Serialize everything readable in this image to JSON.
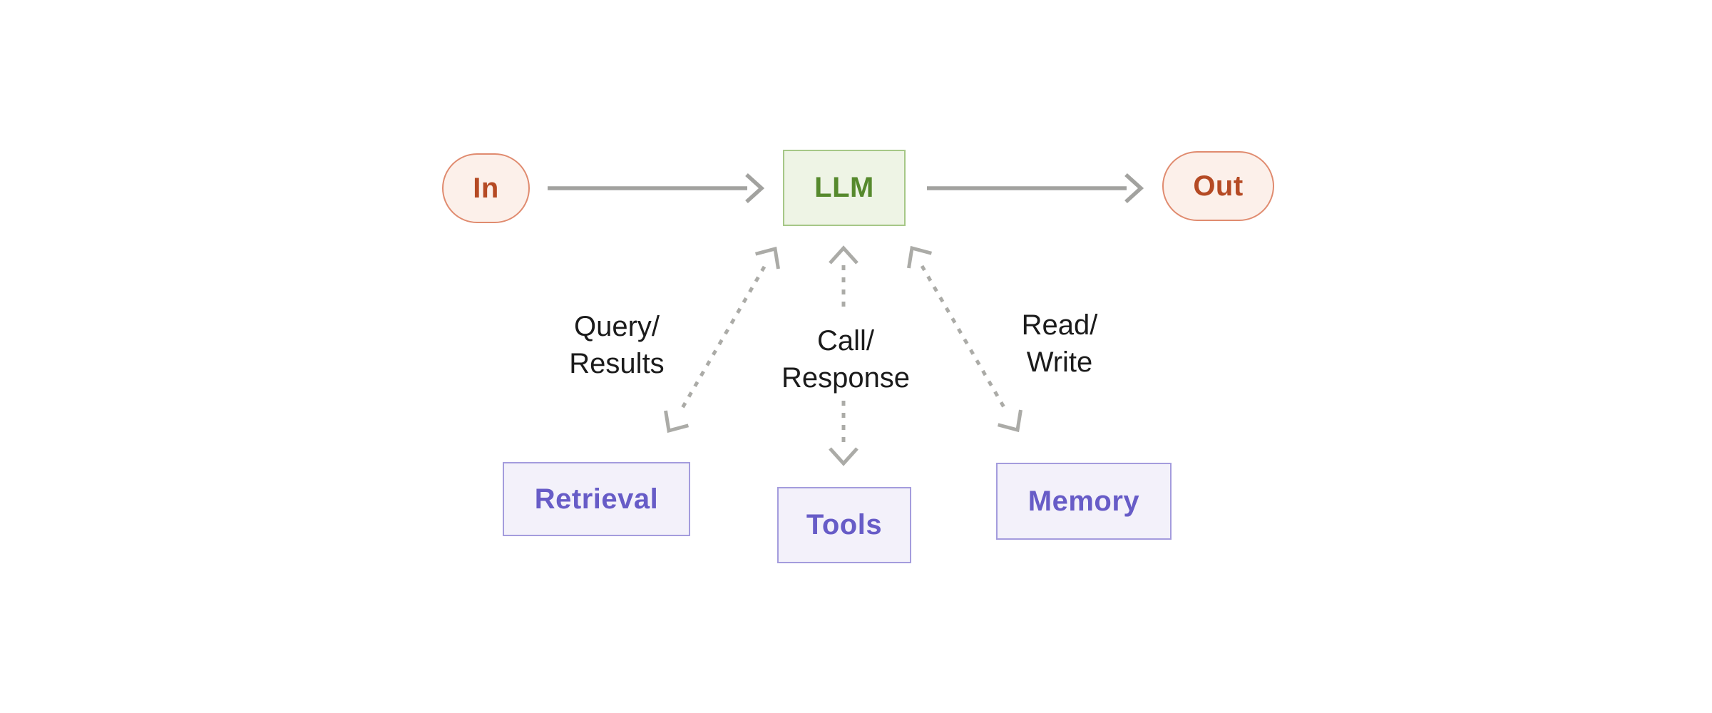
{
  "diagram": {
    "nodes": {
      "in": {
        "label": "In"
      },
      "llm": {
        "label": "LLM"
      },
      "out": {
        "label": "Out"
      },
      "retrieval": {
        "label": "Retrieval"
      },
      "tools": {
        "label": "Tools"
      },
      "memory": {
        "label": "Memory"
      }
    },
    "edges": [
      {
        "from": "In",
        "to": "LLM",
        "style": "solid",
        "bidirectional": false,
        "label": ""
      },
      {
        "from": "LLM",
        "to": "Out",
        "style": "solid",
        "bidirectional": false,
        "label": ""
      },
      {
        "from": "LLM",
        "to": "Retrieval",
        "style": "dashed",
        "bidirectional": true,
        "label": "Query/Results",
        "label_lines": [
          "Query/",
          "Results"
        ]
      },
      {
        "from": "LLM",
        "to": "Tools",
        "style": "dashed",
        "bidirectional": true,
        "label": "Call/Response",
        "label_lines": [
          "Call/",
          "Response"
        ]
      },
      {
        "from": "LLM",
        "to": "Memory",
        "style": "dashed",
        "bidirectional": true,
        "label": "Read/Write",
        "label_lines": [
          "Read/",
          "Write"
        ]
      }
    ],
    "colors": {
      "background": "#ffffff",
      "in_out_fill": "#fcf0ea",
      "in_out_border": "#e08b6f",
      "in_out_text": "#b54a24",
      "llm_fill": "#eef4e5",
      "llm_border": "#a6c787",
      "llm_text": "#56892d",
      "aug_fill": "#f3f1fa",
      "aug_border": "#a49cdd",
      "aug_text": "#675cc7",
      "arrow": "#a2a29f",
      "arrow_dashed": "#ababa7",
      "label_text": "#1b1b1b"
    }
  }
}
